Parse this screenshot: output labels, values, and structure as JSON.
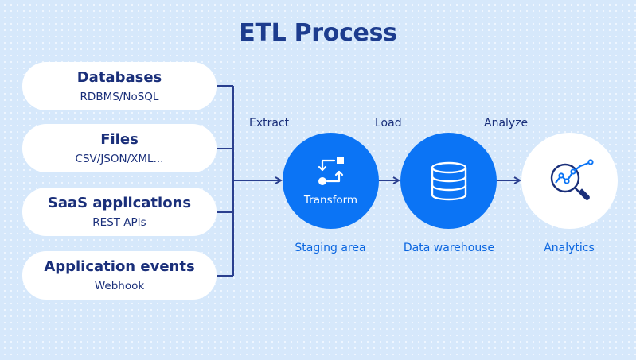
{
  "title": "ETL Process",
  "sources": [
    {
      "name": "Databases",
      "desc": "RDBMS/NoSQL"
    },
    {
      "name": "Files",
      "desc": "CSV/JSON/XML..."
    },
    {
      "name": "SaaS applications",
      "desc": "REST APIs"
    },
    {
      "name": "Application events",
      "desc": "Webhook"
    }
  ],
  "steps": {
    "extract": "Extract",
    "load": "Load",
    "analyze": "Analyze"
  },
  "nodes": {
    "transform": {
      "label": "Transform",
      "caption": "Staging area",
      "icon": "workflow-icon"
    },
    "warehouse": {
      "caption": "Data warehouse",
      "icon": "database-icon"
    },
    "analytics": {
      "caption": "Analytics",
      "icon": "magnifier-chart-icon"
    }
  },
  "colors": {
    "background": "#d6e8fb",
    "primary": "#0b74f5",
    "dark_text": "#1a2f7a",
    "title": "#1d3c8e",
    "connector": "#2a3f8f"
  }
}
